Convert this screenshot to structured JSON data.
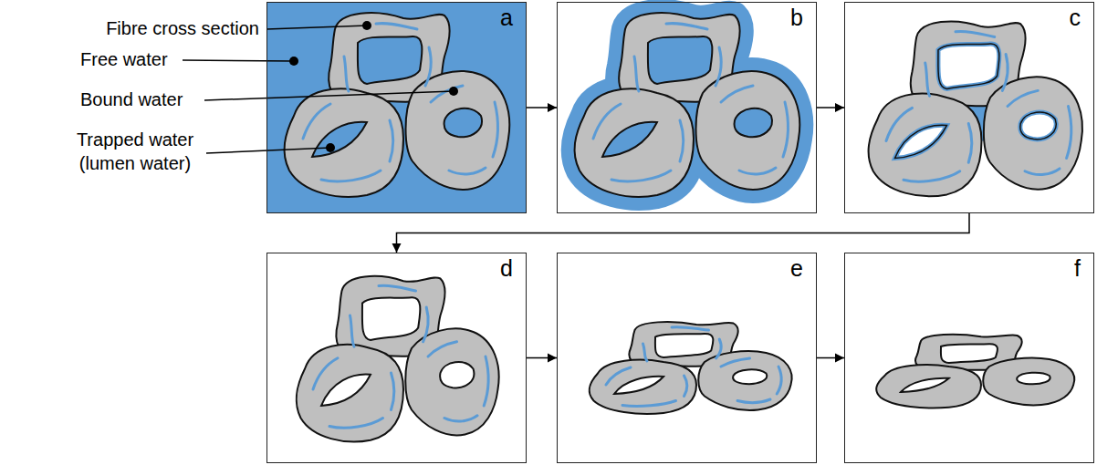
{
  "diagram": {
    "nodes": [
      {
        "text": [
          "a"
        ]
      },
      {
        "text": [
          "b"
        ]
      },
      {
        "text": [
          "c"
        ]
      },
      {
        "text": [
          "d"
        ]
      },
      {
        "text": [
          "e"
        ]
      },
      {
        "text": [
          "f"
        ]
      }
    ],
    "edges": [
      {
        "from": 0,
        "to": 1,
        "arrow": "to"
      },
      {
        "from": 1,
        "to": 2,
        "arrow": "to"
      },
      {
        "from": 2,
        "to": 3,
        "arrow": "to"
      },
      {
        "from": 3,
        "to": 4,
        "arrow": "to"
      },
      {
        "from": 4,
        "to": 5,
        "arrow": "to"
      }
    ],
    "labels": [
      "Fibre cross section",
      "Free water",
      "Bound water",
      "Trapped water (lumen water)"
    ]
  }
}
